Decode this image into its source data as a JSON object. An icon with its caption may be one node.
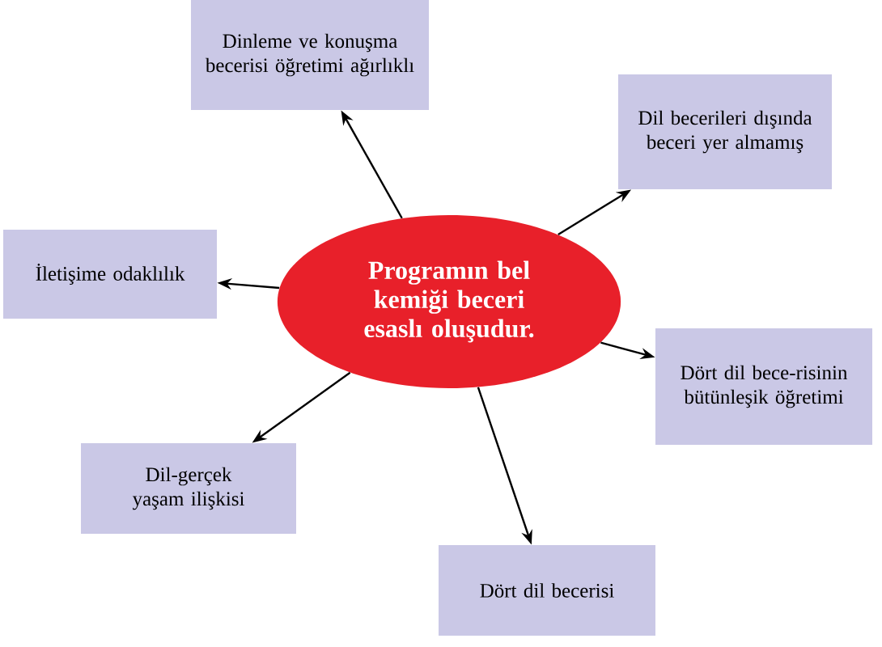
{
  "diagram": {
    "nodes": [
      {
        "text": [
          "Programın bel kemiği beceri esaslı oluşudur."
        ]
      },
      {
        "text": [
          "Dinleme ve konuşma becerisi öğretimi ağırlıklı"
        ]
      },
      {
        "text": [
          "Dil becerileri dışında beceri yer almamış"
        ]
      },
      {
        "text": [
          "İletişime odaklılık"
        ]
      },
      {
        "text": [
          "Dört dil bece-risinin bütünleşik öğretimi"
        ]
      },
      {
        "text": [
          "Dil-gerçek yaşam ilişkisi"
        ]
      },
      {
        "text": [
          "Dört dil becerisi"
        ]
      }
    ],
    "edges": [
      {
        "from": 0,
        "to": 1,
        "arrow": "to"
      },
      {
        "from": 0,
        "to": 2,
        "arrow": "to"
      },
      {
        "from": 0,
        "to": 3,
        "arrow": "to"
      },
      {
        "from": 0,
        "to": 4,
        "arrow": "to"
      },
      {
        "from": 0,
        "to": 5,
        "arrow": "to"
      },
      {
        "from": 0,
        "to": 6,
        "arrow": "to"
      }
    ]
  }
}
